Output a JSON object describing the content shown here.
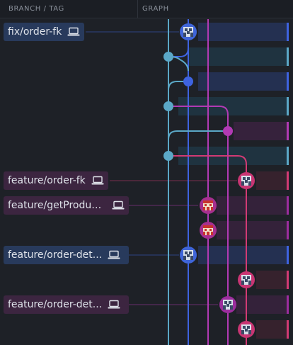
{
  "header": {
    "branch_col": "BRANCH / TAG",
    "graph_col": "GRAPH"
  },
  "branches": [
    {
      "label": "fix/order-fk",
      "color": "blue"
    },
    {
      "label": "feature/order-fk",
      "color": "purple"
    },
    {
      "label": "feature/getProduc...",
      "color": "purple"
    },
    {
      "label": "feature/order-det...",
      "color": "blue"
    },
    {
      "label": "feature/order-det...",
      "color": "purple"
    }
  ],
  "icons": {
    "computer": "laptop-icon",
    "avatar_a": "pixel-avatar-blue-icon",
    "avatar_b": "pixel-avatar-red-icon"
  },
  "colors": {
    "lane_cyan": "#5ba8c7",
    "lane_blue": "#3e63e0",
    "lane_purple": "#b23ab4",
    "lane_pink": "#d23a74",
    "pill_blue": "#283a5c",
    "pill_purple": "#3c2540"
  }
}
